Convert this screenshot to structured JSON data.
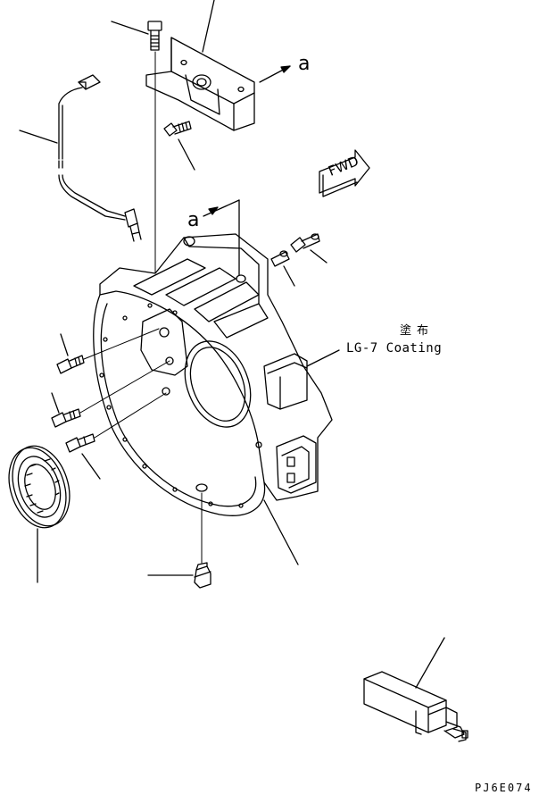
{
  "view_arrow_label": "a",
  "view_arrow_label_2": "a",
  "fwd_label": "FWD",
  "coating_jp": "塗布",
  "coating_label": "LG-7 Coating",
  "drawing_code": "PJ6E074",
  "line_color": "#000000",
  "parts": [
    {
      "name": "bracket"
    },
    {
      "name": "bracket-bolt"
    },
    {
      "name": "mounting-bolt"
    },
    {
      "name": "sensor-harness"
    },
    {
      "name": "flywheel-housing"
    },
    {
      "name": "oil-seal"
    },
    {
      "name": "drain-plug"
    },
    {
      "name": "seal-installer-tool"
    }
  ]
}
